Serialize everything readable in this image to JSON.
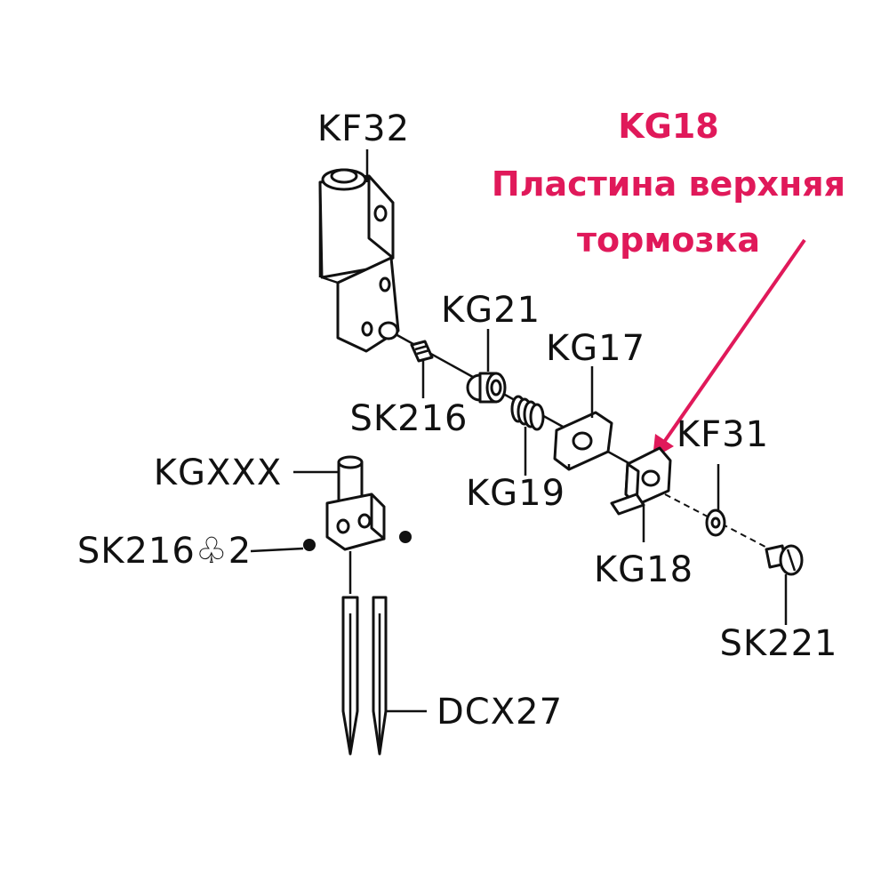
{
  "highlight": {
    "code": "KG18",
    "line1": "Пластина верхняя",
    "line2": "тормозка",
    "color": "#e0195a"
  },
  "labels": {
    "kf32": "KF32",
    "kg21": "KG21",
    "kg17": "KG17",
    "sk216": "SK216",
    "kf31": "KF31",
    "kgxxx": "KGXXX",
    "kg19": "KG19",
    "sk216x2": "SK216♧2",
    "kg18": "KG18",
    "sk221": "SK221",
    "dcx27": "DCX27"
  }
}
